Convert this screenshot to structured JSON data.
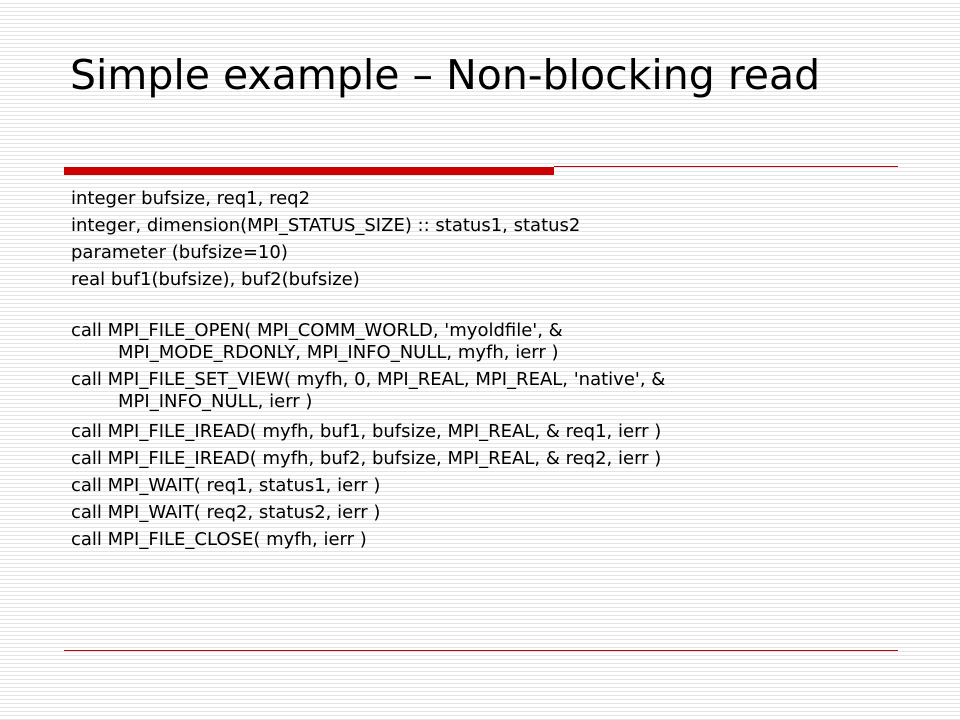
{
  "slide": {
    "title": "Simple example – Non-blocking read",
    "declarations": [
      "integer bufsize, req1, req2",
      "integer, dimension(MPI_STATUS_SIZE) :: status1, status2",
      "parameter (bufsize=10)",
      "real buf1(bufsize), buf2(bufsize)"
    ],
    "calls": [
      {
        "first": "call MPI_FILE_OPEN( MPI_COMM_WORLD, 'myoldfile', &",
        "cont": "MPI_MODE_RDONLY, MPI_INFO_NULL, myfh, ierr )"
      },
      {
        "first": "call MPI_FILE_SET_VIEW( myfh, 0, MPI_REAL, MPI_REAL, 'native', &",
        "cont": "MPI_INFO_NULL, ierr )"
      },
      {
        "first": "call MPI_FILE_IREAD( myfh, buf1, bufsize, MPI_REAL, & req1, ierr )"
      },
      {
        "first": "call MPI_FILE_IREAD( myfh, buf2, bufsize, MPI_REAL, & req2, ierr )"
      },
      {
        "first": "call MPI_WAIT( req1, status1, ierr )"
      },
      {
        "first": "call MPI_WAIT( req2, status2, ierr )"
      },
      {
        "first": "call MPI_FILE_CLOSE( myfh, ierr )"
      }
    ]
  },
  "colors": {
    "accent": "#cc0000",
    "background": "#ffffff",
    "background_stripe": "#e4e4e4",
    "text": "#000000"
  }
}
